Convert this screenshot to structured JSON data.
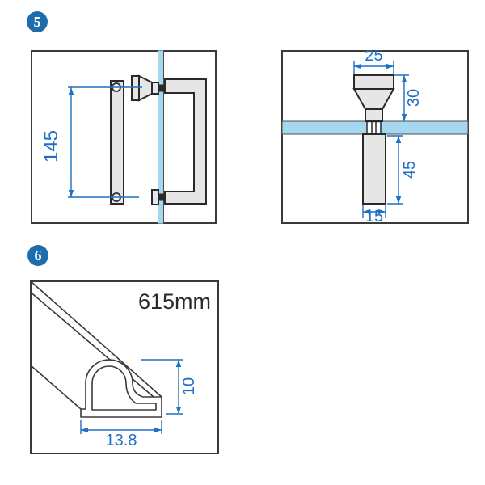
{
  "colors": {
    "dimension_blue": "#1f6fc2",
    "glass_blue": "#a5d8f0",
    "badge_blue": "#1d6dad",
    "metal_gray": "#e6e6e6",
    "line_dark": "#2a2a2a"
  },
  "item5": {
    "badge_label": "5",
    "side_view": {
      "hole_spacing": "145"
    },
    "section_view": {
      "knob_top_width": "25",
      "knob_height": "30",
      "grip_length": "45",
      "grip_width": "15"
    }
  },
  "item6": {
    "badge_label": "6",
    "strip_length": "615mm",
    "profile_height": "10",
    "profile_width": "13.8"
  }
}
